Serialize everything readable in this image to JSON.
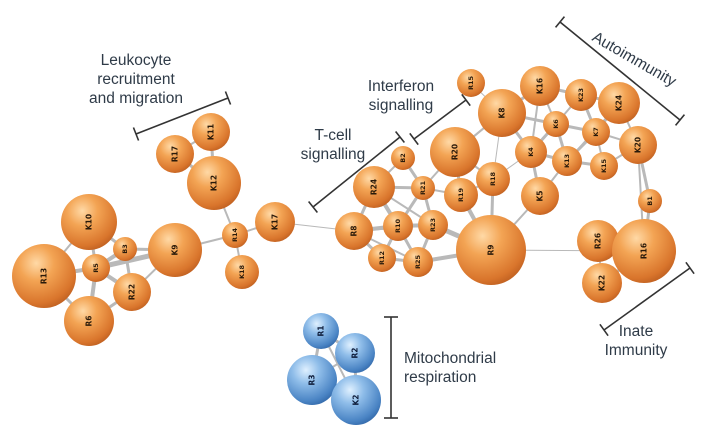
{
  "groups": {
    "leukocyte": {
      "line1": "Leukocyte",
      "line2": "recruitment",
      "line3": "and migration"
    },
    "interferon": {
      "line1": "Interferon",
      "line2": "signalling"
    },
    "tcell": {
      "line1": "T-cell",
      "line2": "signalling"
    },
    "autoimmunity": {
      "label": "Autoimmunity"
    },
    "mitochondrial": {
      "line1": "Mitochondrial",
      "line2": "respiration"
    },
    "innate": {
      "line1": "Inate",
      "line2": "Immunity"
    }
  },
  "colors": {
    "node_orange": "#e8893a",
    "node_blue": "#4a84c4",
    "edge": "#b9b9b9",
    "bracket": "#333333"
  },
  "nodes": [
    {
      "id": "K10",
      "color": "orange"
    },
    {
      "id": "R13",
      "color": "orange"
    },
    {
      "id": "R5",
      "color": "orange"
    },
    {
      "id": "B3",
      "color": "orange"
    },
    {
      "id": "R22",
      "color": "orange"
    },
    {
      "id": "R6",
      "color": "orange"
    },
    {
      "id": "K9",
      "color": "orange"
    },
    {
      "id": "R17",
      "color": "orange"
    },
    {
      "id": "K11",
      "color": "orange"
    },
    {
      "id": "K12",
      "color": "orange"
    },
    {
      "id": "R14",
      "color": "orange"
    },
    {
      "id": "K18",
      "color": "orange"
    },
    {
      "id": "K17",
      "color": "orange"
    },
    {
      "id": "R8",
      "color": "orange"
    },
    {
      "id": "R24",
      "color": "orange"
    },
    {
      "id": "B2",
      "color": "orange"
    },
    {
      "id": "R21",
      "color": "orange"
    },
    {
      "id": "R10",
      "color": "orange"
    },
    {
      "id": "R12",
      "color": "orange"
    },
    {
      "id": "R25",
      "color": "orange"
    },
    {
      "id": "R23",
      "color": "orange"
    },
    {
      "id": "R20",
      "color": "orange"
    },
    {
      "id": "R19",
      "color": "orange"
    },
    {
      "id": "R18",
      "color": "orange"
    },
    {
      "id": "R9",
      "color": "orange"
    },
    {
      "id": "R15",
      "color": "orange"
    },
    {
      "id": "K8",
      "color": "orange"
    },
    {
      "id": "K16",
      "color": "orange"
    },
    {
      "id": "K23",
      "color": "orange"
    },
    {
      "id": "K24",
      "color": "orange"
    },
    {
      "id": "K6",
      "color": "orange"
    },
    {
      "id": "K7",
      "color": "orange"
    },
    {
      "id": "K4",
      "color": "orange"
    },
    {
      "id": "K13",
      "color": "orange"
    },
    {
      "id": "K15",
      "color": "orange"
    },
    {
      "id": "K20",
      "color": "orange"
    },
    {
      "id": "K5",
      "color": "orange"
    },
    {
      "id": "B1",
      "color": "orange"
    },
    {
      "id": "R26",
      "color": "orange"
    },
    {
      "id": "R16",
      "color": "orange"
    },
    {
      "id": "K22",
      "color": "orange"
    },
    {
      "id": "R1",
      "color": "blue"
    },
    {
      "id": "R2",
      "color": "blue"
    },
    {
      "id": "R3",
      "color": "blue"
    },
    {
      "id": "K2",
      "color": "blue"
    }
  ]
}
